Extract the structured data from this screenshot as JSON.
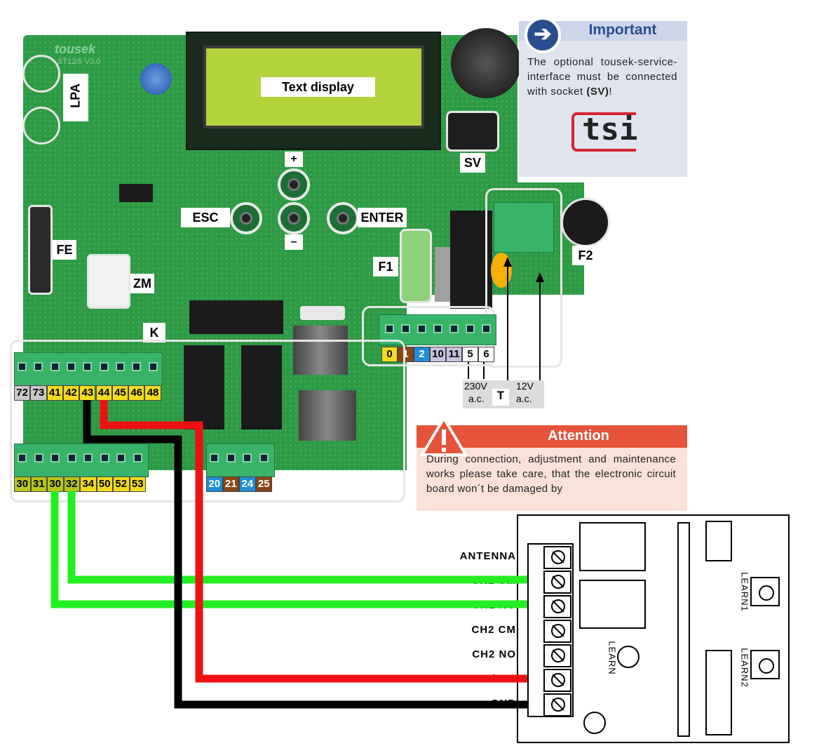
{
  "board": {
    "brand": "tousek",
    "model": "ST12/5 V3.0",
    "labels": {
      "text_display": "Text display",
      "lpa": "LPA",
      "fe": "FE",
      "zm": "ZM",
      "k": "K",
      "sv": "SV",
      "f1": "F1",
      "f2": "F2",
      "esc": "ESC",
      "enter": "ENTER",
      "plus": "+",
      "minus": "–",
      "t": "T"
    },
    "terminals_top_left": [
      "72",
      "73",
      "41",
      "42",
      "43",
      "44",
      "45",
      "46",
      "48"
    ],
    "terminals_bottom_left": [
      "30",
      "31",
      "30",
      "32",
      "34",
      "50",
      "52",
      "53"
    ],
    "terminals_bottom_mid": [
      "20",
      "21",
      "24",
      "25"
    ],
    "terminals_right": [
      "0",
      "1",
      "2",
      "10",
      "11",
      "5",
      "6"
    ],
    "transformer": {
      "v230": "230V",
      "ac1": "a.c.",
      "v12": "12V",
      "ac2": "a.c."
    }
  },
  "important": {
    "title": "Important",
    "text_before": "The optional tousek-service-interface must be connected with socket ",
    "text_bold": "(SV)",
    "text_after": "!",
    "logo": "tsi"
  },
  "attention": {
    "title": "Attention",
    "text": "During connection, adjustment and maintenance works please take care, that the electronic circuit board won´t be damaged by"
  },
  "receiver": {
    "terminals": [
      "ANTENNA",
      "CH1 CM",
      "CH1 NO",
      "CH2 CM",
      "CH2 NO",
      "12/24V",
      "GND"
    ],
    "learn": "LEARN",
    "learn1": "LEARN1",
    "learn2": "LEARN2"
  },
  "colors": {
    "pcb": "#2f9a46",
    "wire_green": "#22ee22",
    "wire_red": "#ee1111",
    "wire_black": "#000000",
    "attention": "#e5533a",
    "important_bg": "#dfe4ef",
    "important_title": "#2a4d8f",
    "yellow": "#f2dc1c",
    "brown": "#8b4513",
    "blue": "#1e8fd6",
    "grey": "#c8c8c8",
    "lilac": "#c8c0e0"
  }
}
